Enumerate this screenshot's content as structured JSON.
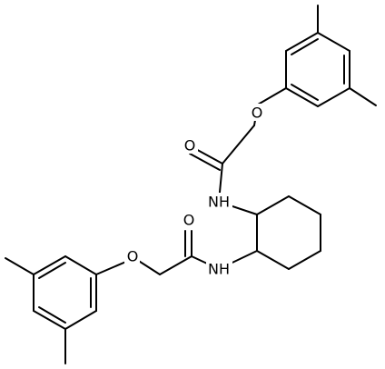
{
  "molecule": {
    "atom_labels": {
      "o_ether_top": "O",
      "o_carbonyl_top": "O",
      "n_top": "NH",
      "o_carbonyl_bottom": "O",
      "o_ether_bottom": "O",
      "n_bottom": "NH"
    }
  },
  "colors": {
    "bond": "#000000",
    "background": "#ffffff"
  }
}
